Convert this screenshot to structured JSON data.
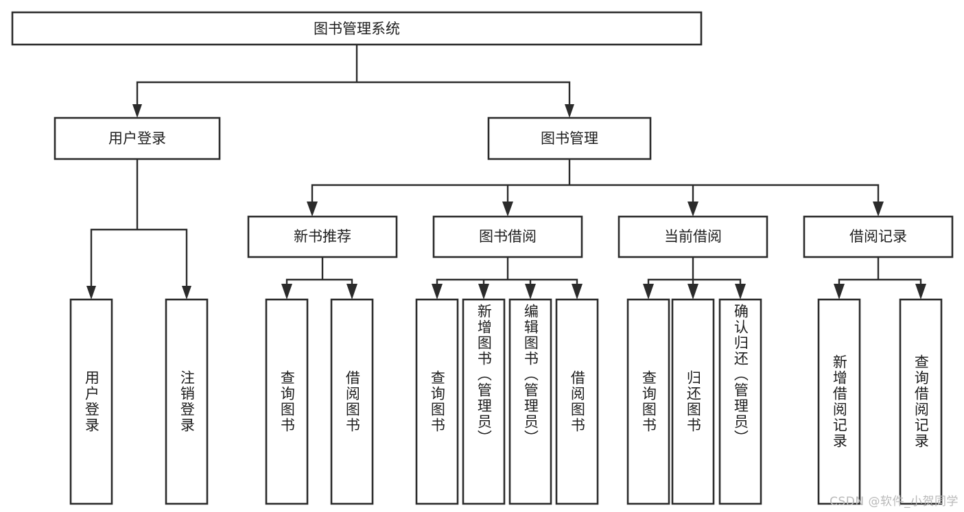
{
  "diagram": {
    "title": "图书管理系统",
    "type": "hierarchy-tree",
    "colors": {
      "stroke": "#2b2b2b",
      "fill": "#ffffff",
      "text": "#1d1d1d",
      "watermark": "#b9b9b9"
    },
    "root": {
      "label": "图书管理系统"
    },
    "level2": [
      {
        "label": "用户登录"
      },
      {
        "label": "图书管理"
      }
    ],
    "level3": [
      {
        "label": "新书推荐"
      },
      {
        "label": "图书借阅"
      },
      {
        "label": "当前借阅"
      },
      {
        "label": "借阅记录"
      }
    ],
    "leaves": {
      "user_login": [
        {
          "label": "用户登录"
        },
        {
          "label": "注销登录"
        }
      ],
      "new_book_recommend": [
        {
          "label": "查询图书"
        },
        {
          "label": "借阅图书"
        }
      ],
      "book_borrow": [
        {
          "label": "查询图书"
        },
        {
          "label": "新增图书（管理员）"
        },
        {
          "label": "编辑图书（管理员）"
        },
        {
          "label": "借阅图书"
        }
      ],
      "current_borrow": [
        {
          "label": "查询图书"
        },
        {
          "label": "归还图书"
        },
        {
          "label": "确认归还（管理员）"
        }
      ],
      "borrow_record": [
        {
          "label": "新增借阅记录"
        },
        {
          "label": "查询借阅记录"
        }
      ]
    },
    "watermark": "CSDN @软件_小贺同学"
  }
}
